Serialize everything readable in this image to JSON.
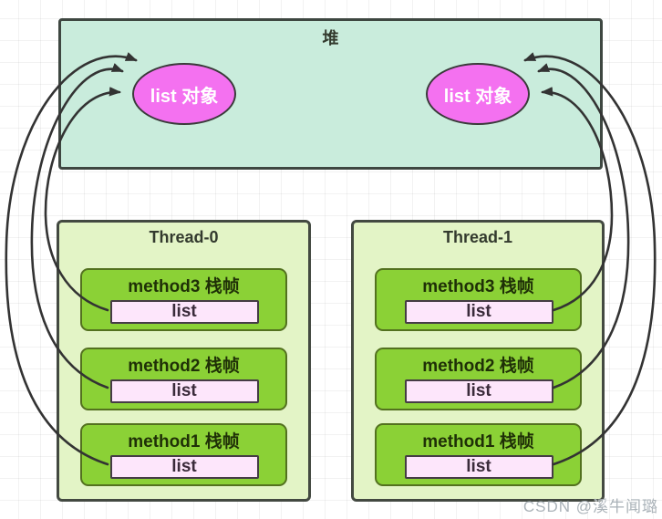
{
  "heap": {
    "title": "堆",
    "objects": [
      {
        "label": "list 对象"
      },
      {
        "label": "list 对象"
      }
    ]
  },
  "threads": [
    {
      "title": "Thread-0",
      "frames": [
        {
          "label": "method3 栈帧",
          "variable": "list"
        },
        {
          "label": "method2 栈帧",
          "variable": "list"
        },
        {
          "label": "method1 栈帧",
          "variable": "list"
        }
      ]
    },
    {
      "title": "Thread-1",
      "frames": [
        {
          "label": "method3 栈帧",
          "variable": "list"
        },
        {
          "label": "method2 栈帧",
          "variable": "list"
        },
        {
          "label": "method1 栈帧",
          "variable": "list"
        }
      ]
    }
  ],
  "watermark": "CSDN @溪牛闻璐",
  "colors": {
    "heap-fill": "#c9ecdc",
    "heap-border": "#3e4741",
    "object-fill": "#f471f0",
    "object-border": "#3a3a3a",
    "object-text": "#ffffff",
    "thread-fill": "#e3f4c6",
    "thread-border": "#434941",
    "frame-fill": "#8bd136",
    "frame-border": "#53711f",
    "frame-text": "#1f3007",
    "var-fill": "#fde6fb",
    "var-border": "#453c45",
    "var-text": "#3a2b3a",
    "title-text": "#333a2e",
    "arrow": "#333333",
    "watermark-text": "#aab2b8"
  }
}
